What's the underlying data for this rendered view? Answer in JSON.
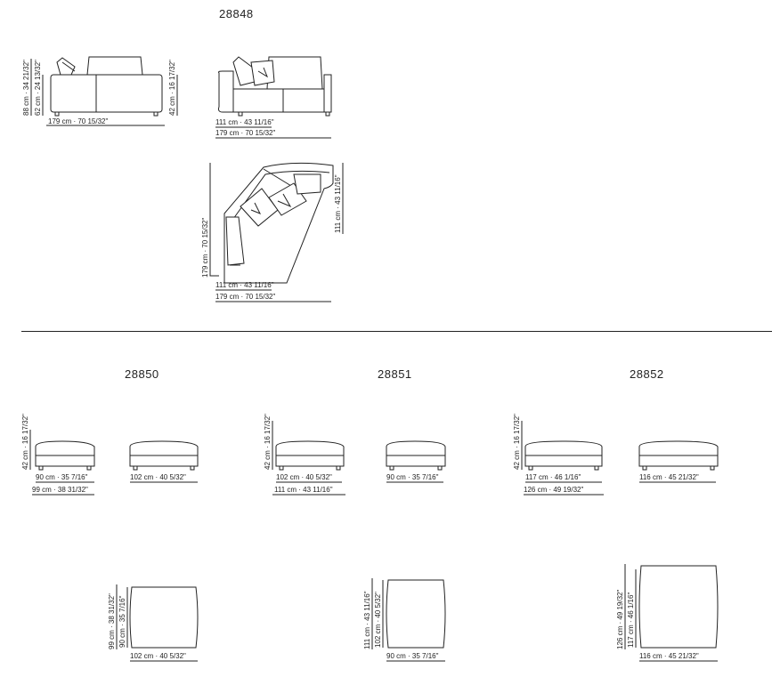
{
  "models": {
    "m28848": "28848",
    "m28850": "28850",
    "m28851": "28851",
    "m28852": "28852"
  },
  "dims": {
    "a1": "88 cm · 34 21/32\"",
    "a2": "62 cm · 24 13/32\"",
    "a3": "179 cm · 70 15/32\"",
    "a4": "42 cm · 16 17/32\"",
    "b1": "111 cm · 43 11/16\"",
    "b2": "179 cm · 70 15/32\"",
    "c1": "179 cm · 70 15/32\"",
    "c2": "111 cm · 43 11/16\"",
    "c3": "111 cm · 43 11/16\"",
    "c4": "179 cm · 70 15/32\"",
    "d1": "42 cm · 16 17/32\"",
    "d2": "90 cm · 35 7/16\"",
    "d3": "99 cm · 38 31/32\"",
    "d4": "102 cm · 40 5/32\"",
    "d5": "99 cm · 38 31/32\"",
    "d6": "90 cm · 35 7/16\"",
    "d7": "102 cm · 40 5/32\"",
    "e1": "42 cm · 16 17/32\"",
    "e2": "102 cm · 40 5/32\"",
    "e3": "111 cm · 43 11/16\"",
    "e4": "90 cm · 35 7/16\"",
    "e5": "111 cm · 43 11/16\"",
    "e6": "102 cm · 40 5/32\"",
    "e7": "90 cm · 35 7/16\"",
    "f1": "42 cm · 16 17/32\"",
    "f2": "117 cm · 46 1/16\"",
    "f3": "126 cm · 49 19/32\"",
    "f4": "116 cm · 45 21/32\"",
    "f5": "126 cm · 49 19/32\"",
    "f6": "117 cm · 46 1/16\"",
    "f7": "116 cm · 45 21/32\""
  }
}
